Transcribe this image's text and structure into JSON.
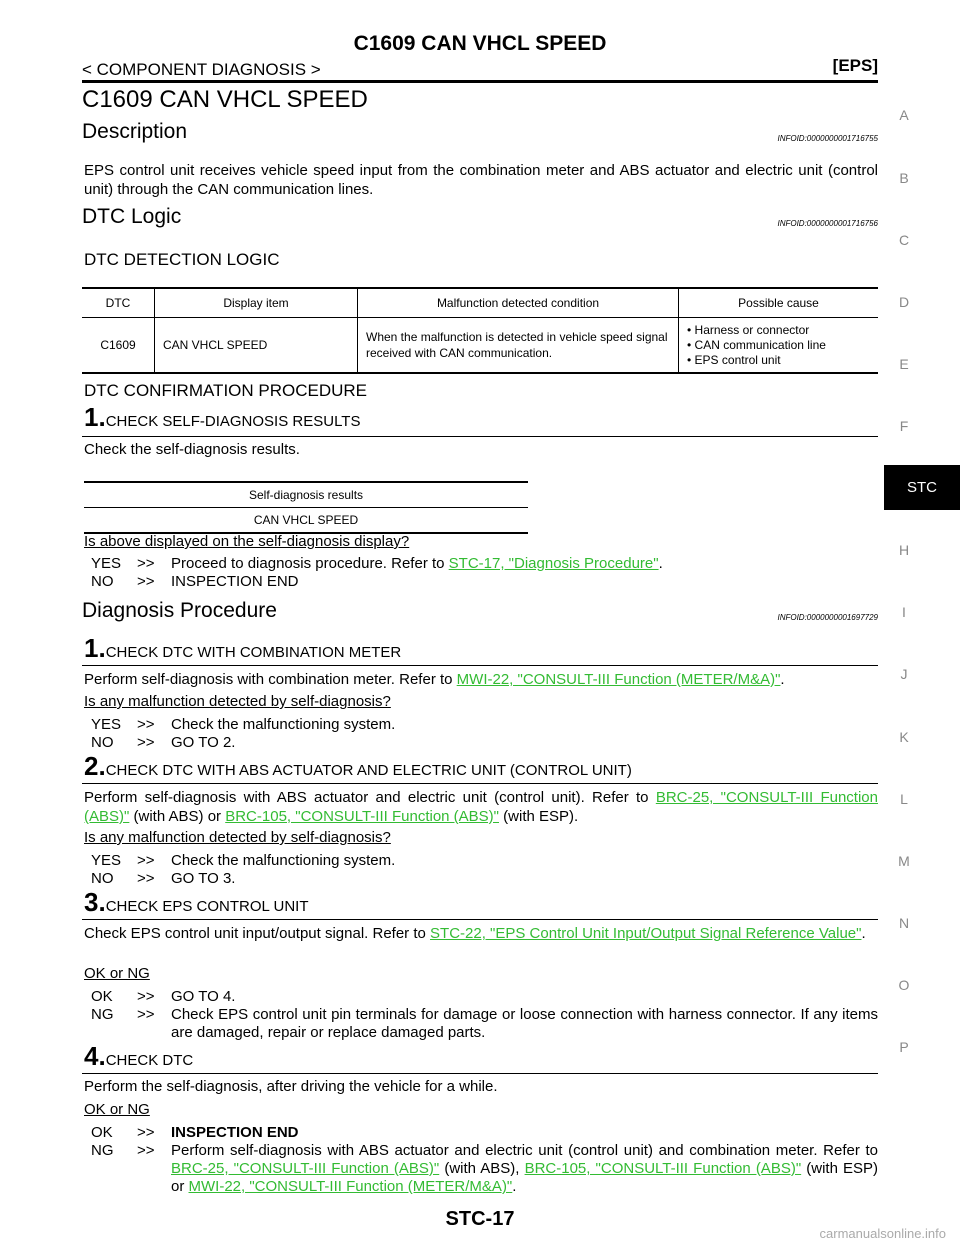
{
  "header": {
    "title": "C1609 CAN VHCL SPEED",
    "section": "< COMPONENT DIAGNOSIS >",
    "tag": "[EPS]"
  },
  "page_heading": "C1609 CAN VHCL SPEED",
  "description": {
    "title": "Description",
    "infoid": "INFOID:0000000001716755",
    "text": "EPS control unit receives vehicle speed input from the combination meter and ABS actuator and electric unit (control unit) through the CAN communication lines."
  },
  "dtc_logic": {
    "title": "DTC Logic",
    "infoid": "INFOID:0000000001716756",
    "detection_title": "DTC DETECTION LOGIC",
    "table": {
      "headers": [
        "DTC",
        "Display item",
        "Malfunction detected condition",
        "Possible cause"
      ],
      "row": {
        "dtc": "C1609",
        "display": "CAN VHCL SPEED",
        "condition": "When the malfunction is detected in vehicle speed signal received with CAN communication.",
        "causes": [
          "Harness or connector",
          "CAN communication line",
          "EPS control unit"
        ]
      }
    },
    "confirm_title": "DTC CONFIRMATION PROCEDURE",
    "step1": {
      "num": "1.",
      "title": "CHECK SELF-DIAGNOSIS RESULTS",
      "text": "Check the self-diagnosis results.",
      "table_header": "Self-diagnosis results",
      "table_value": "CAN VHCL SPEED",
      "question": "Is above displayed on the self-diagnosis display?",
      "yes_key": "YES",
      "yes_text": "Proceed to diagnosis procedure. Refer to",
      "yes_link": "STC-17, \"Diagnosis Procedure\"",
      "no_key": "NO",
      "no_text": "INSPECTION END"
    }
  },
  "diag": {
    "title": "Diagnosis Procedure",
    "infoid": "INFOID:0000000001697729",
    "arrow": ">>",
    "steps": [
      {
        "num": "1.",
        "title": "CHECK DTC WITH COMBINATION METER",
        "text": "Perform self-diagnosis with combination meter. Refer to",
        "link": "MWI-22, \"CONSULT-III Function (METER/M&A)\"",
        "question": "Is any malfunction detected by self-diagnosis?",
        "a1_key": "YES",
        "a1_text": "Check the malfunctioning system.",
        "a2_key": "NO",
        "a2_text": "GO TO 2."
      },
      {
        "num": "2.",
        "title": "CHECK DTC WITH ABS ACTUATOR AND ELECTRIC UNIT (CONTROL UNIT)",
        "text": "Perform self-diagnosis with ABS actuator and electric unit (control unit). Refer to",
        "link1": "BRC-25, \"CONSULT-III Function (ABS)\"",
        "mid": "(with ABS) or",
        "link2": "BRC-105, \"CONSULT-III Function (ABS)\"",
        "tail": "(with ESP).",
        "question": "Is any malfunction detected by self-diagnosis?",
        "a1_key": "YES",
        "a1_text": "Check the malfunctioning system.",
        "a2_key": "NO",
        "a2_text": "GO TO 3."
      },
      {
        "num": "3.",
        "title": "CHECK EPS CONTROL UNIT",
        "text": "Check EPS control unit input/output signal. Refer to",
        "link": "STC-22, \"EPS Control Unit Input/Output Signal Reference Value\"",
        "question": "OK or NG",
        "a1_key": "OK",
        "a1_text": "GO TO 4.",
        "a2_key": "NG",
        "a2_text": "Check EPS control unit pin terminals for damage or loose connection with harness connector. If any items are damaged, repair or replace damaged parts."
      },
      {
        "num": "4.",
        "title": "CHECK DTC",
        "text": "Perform the self-diagnosis, after driving the vehicle for a while.",
        "question": "OK or NG",
        "a1_key": "OK",
        "a1_text": "INSPECTION END",
        "a2_key": "NG",
        "a2_text": "Perform self-diagnosis with ABS actuator and electric unit (control unit) and combination meter. Refer to",
        "link1": "BRC-25, \"CONSULT-III Function (ABS)\"",
        "mid1": "(with ABS),",
        "link2": "BRC-105, \"CONSULT-III Function (ABS)\"",
        "mid2": "(with ESP) or",
        "link3": "MWI-22, \"CONSULT-III Function (METER/M&A)\""
      }
    ]
  },
  "side_index": [
    "A",
    "B",
    "C",
    "D",
    "E",
    "F",
    "STC",
    "H",
    "I",
    "J",
    "K",
    "L",
    "M",
    "N",
    "O",
    "P"
  ],
  "footer": {
    "page": "STC-17"
  },
  "watermark": "carmanualsonline.info",
  "colors": {
    "link": "#33bb33",
    "tab_bg": "#000000"
  }
}
